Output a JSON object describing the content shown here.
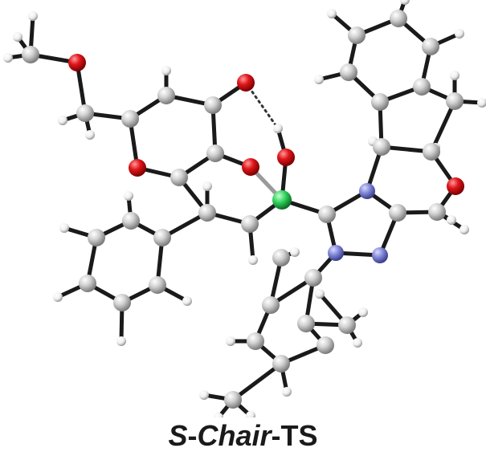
{
  "caption": {
    "part1": "S",
    "part2": "-",
    "part3": "Chair",
    "part4": "-TS"
  },
  "colors": {
    "carbon": "#c8c8c8",
    "hydrogen": "#f2f2f2",
    "oxygen": "#e0161b",
    "nitrogen": "#7f84d6",
    "boron": "#2ed15a",
    "bond": "#1a1a1a"
  }
}
